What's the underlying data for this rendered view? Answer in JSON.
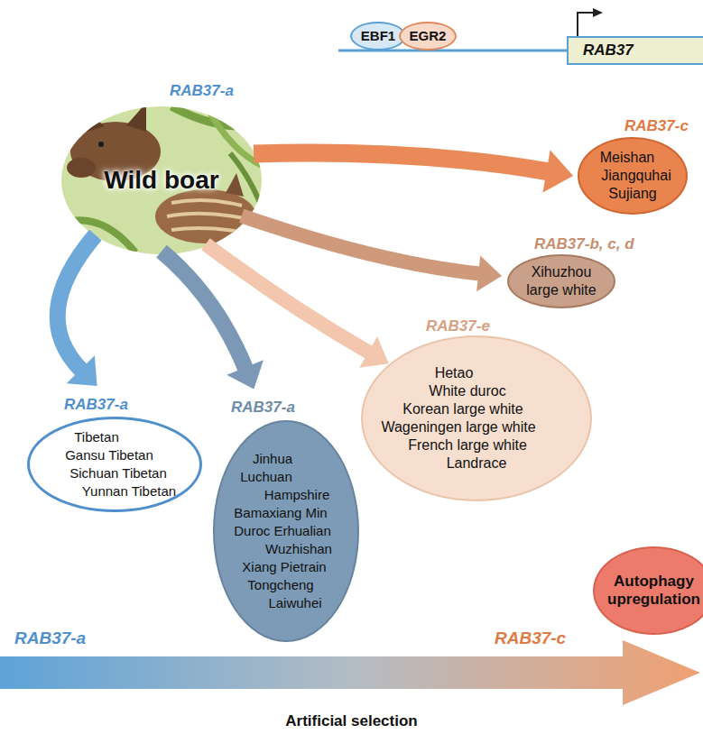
{
  "diagram": {
    "nodes": [
      {
        "text": [
          "EBF1"
        ]
      },
      {
        "text": [
          "EGR2"
        ]
      },
      {
        "text": [
          "RAB37"
        ]
      },
      {
        "text": [
          "RAB37-a",
          "Wild boar"
        ]
      },
      {
        "text": [
          "RAB37-c",
          "Meishan Jiangquhai Sujiang"
        ]
      },
      {
        "text": [
          "RAB37-b, c, d",
          "Xihuzhou large white"
        ]
      },
      {
        "text": [
          "RAB37-e",
          "Hetao White duroc Korean large white Wageningen large white French large white Landrace"
        ]
      },
      {
        "text": [
          "RAB37-a",
          "Tibetan Gansu Tibetan Sichuan Tibetan Yunnan Tibetan"
        ]
      },
      {
        "text": [
          "RAB37-a",
          "Jinhua Luchuan Hampshire Bamaxiang Min Duroc Erhualian Wuzhishan Xiang Pietrain Tongcheng Laiwuhei"
        ]
      },
      {
        "text": [
          "Autophagy upregulation"
        ]
      }
    ],
    "edges": [
      {
        "from": 3,
        "to": 4,
        "arrow": "to"
      },
      {
        "from": 3,
        "to": 5,
        "arrow": "to"
      },
      {
        "from": 3,
        "to": 6,
        "arrow": "to"
      },
      {
        "from": 3,
        "to": 7,
        "arrow": "to"
      },
      {
        "from": 3,
        "to": 8,
        "arrow": "to"
      }
    ],
    "labels": [
      "RAB37-a",
      "RAB37-c",
      "Artificial selection"
    ]
  }
}
